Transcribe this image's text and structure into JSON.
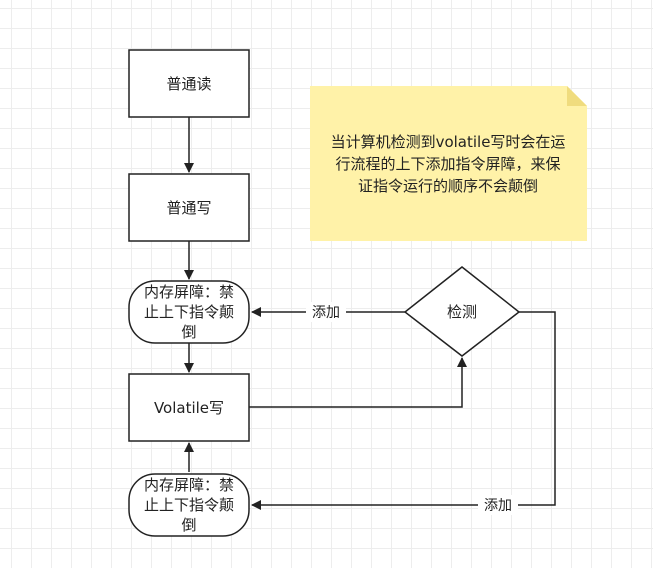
{
  "nodes": {
    "normal_read": "普通读",
    "normal_write": "普通写",
    "barrier_top": [
      "内存屏障：禁",
      "止上下指令颠",
      "倒"
    ],
    "volatile_write": "Volatile写",
    "barrier_bottom": [
      "内存屏障：禁",
      "止上下指令颠",
      "倒"
    ],
    "detect": "检测"
  },
  "edges": {
    "add_top": "添加",
    "add_bottom": "添加"
  },
  "note": {
    "lines": [
      "当计算机检测到volatile写时会在运",
      "行流程的上下添加指令屏障，来保",
      "证指令运行的顺序不会颠倒"
    ],
    "color": "#fff2a8"
  },
  "colors": {
    "stroke": "#222222",
    "note_fold": "#f0dc7e"
  }
}
